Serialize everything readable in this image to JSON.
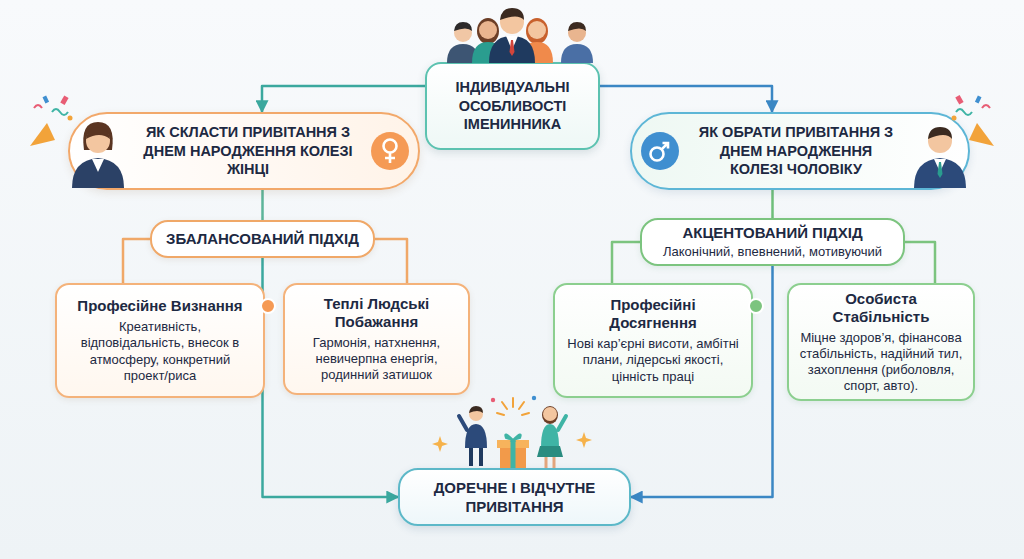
{
  "diagram": {
    "nodes": [
      {
        "text": [
          "ІНДИВІДУАЛЬНІ ОСОБЛИВОСТІ ІМЕНИННИКА"
        ]
      },
      {
        "text": [
          "ЯК СКЛАСТИ ПРИВІТАННЯ З ДНЕМ НАРОДЖЕННЯ КОЛЕЗІ ЖІНЦІ"
        ]
      },
      {
        "text": [
          "ЯК ОБРАТИ ПРИВІТАННЯ З ДНЕМ НАРОДЖЕННЯ КОЛЕЗІ ЧОЛОВІКУ"
        ]
      },
      {
        "text": [
          "ЗБАЛАНСОВАНИЙ ПІДХІД"
        ]
      },
      {
        "text": [
          "АКЦЕНТОВАНИЙ ПІДХІД",
          "Лаконічний, впевнений, мотивуючий"
        ]
      },
      {
        "text": [
          "Професійне Визнання",
          "Креативність, відповідальність, внесок в атмосферу, конкретний проект/риса"
        ]
      },
      {
        "text": [
          "Теплі Людські Побажання",
          "Гармонія, натхнення, невичерпна енергія, родинний затишок"
        ]
      },
      {
        "text": [
          "Професійні Досягнення",
          "Нові кар’єрні висоти, амбітні плани, лідерські якості, цінність праці"
        ]
      },
      {
        "text": [
          "Особиста Стабільність",
          "Міцне здоров’я, фінансова стабільність, надійний тил, захоплення (риболовля, спорт, авто)."
        ]
      },
      {
        "text": [
          "ДОРЕЧНЕ І ВІДЧУТНЕ ПРИВІТАННЯ"
        ]
      }
    ],
    "edges": [
      {
        "from": 0,
        "to": 1,
        "arrow": "to"
      },
      {
        "from": 0,
        "to": 2,
        "arrow": "to"
      },
      {
        "from": 1,
        "to": 3,
        "arrow": "none"
      },
      {
        "from": 2,
        "to": 4,
        "arrow": "none"
      },
      {
        "from": 3,
        "to": 5,
        "arrow": "none"
      },
      {
        "from": 3,
        "to": 6,
        "arrow": "none"
      },
      {
        "from": 4,
        "to": 7,
        "arrow": "none"
      },
      {
        "from": 4,
        "to": 8,
        "arrow": "none"
      },
      {
        "from": 3,
        "to": 9,
        "arrow": "to"
      },
      {
        "from": 4,
        "to": 9,
        "arrow": "to"
      }
    ]
  }
}
